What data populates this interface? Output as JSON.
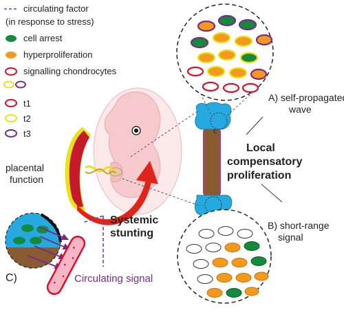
{
  "legend": {
    "circulating_factor": "circulating factor",
    "circulating_factor_note": "(in response to stress)",
    "cell_arrest": "cell arrest",
    "hyperproliferation": "hyperproliferation",
    "signalling_chondrocytes": "signalling chondrocytes",
    "t1": "t1",
    "t2": "t2",
    "t3": "t3"
  },
  "labels": {
    "placental_line1": "placental",
    "placental_line2": "function",
    "systemic_line1": "Systemic",
    "systemic_line2": "stunting",
    "local_line1": "Local",
    "local_line2": "compensatory",
    "local_line3": "proliferation",
    "a_line1": "A) self-propagated",
    "a_line2": "wave",
    "b_line1": "B) short-range",
    "b_line2": "signal",
    "c_label": "C)",
    "c_small": "c",
    "circulating_signal": "Circulating signal"
  },
  "colors": {
    "green": "#138a3c",
    "orange": "#f39a1e",
    "red": "#d8102a",
    "yellow": "#e8e21a",
    "purple": "#7a2a8c",
    "bone_blue": "#26a9e0",
    "bone_brown": "#8a5a30",
    "placenta": "#c41a2a",
    "embryo": "#f6c9cc",
    "purple_dashed": "#7b3f96"
  }
}
